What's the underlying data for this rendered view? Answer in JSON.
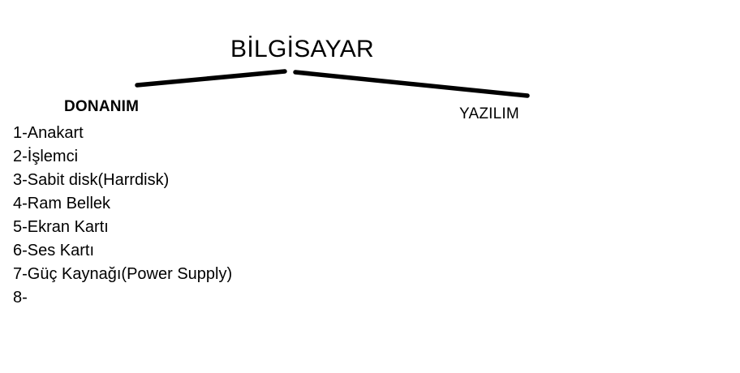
{
  "diagram": {
    "root": {
      "label": "BİLGİSAYAR"
    },
    "branches": [
      {
        "id": "donanim",
        "label": "DONANIM"
      },
      {
        "id": "yazilim",
        "label": "YAZILIM"
      }
    ],
    "hardware_items": [
      "1-Anakart",
      "2-İşlemci",
      "3-Sabit disk(Harrdisk)",
      "4-Ram Bellek",
      "5-Ekran Kartı",
      "6-Ses Kartı",
      "7-Güç Kaynağı(Power Supply)",
      "8-"
    ],
    "colors": {
      "background": "#ffffff",
      "text": "#000000",
      "line": "#000000"
    }
  }
}
